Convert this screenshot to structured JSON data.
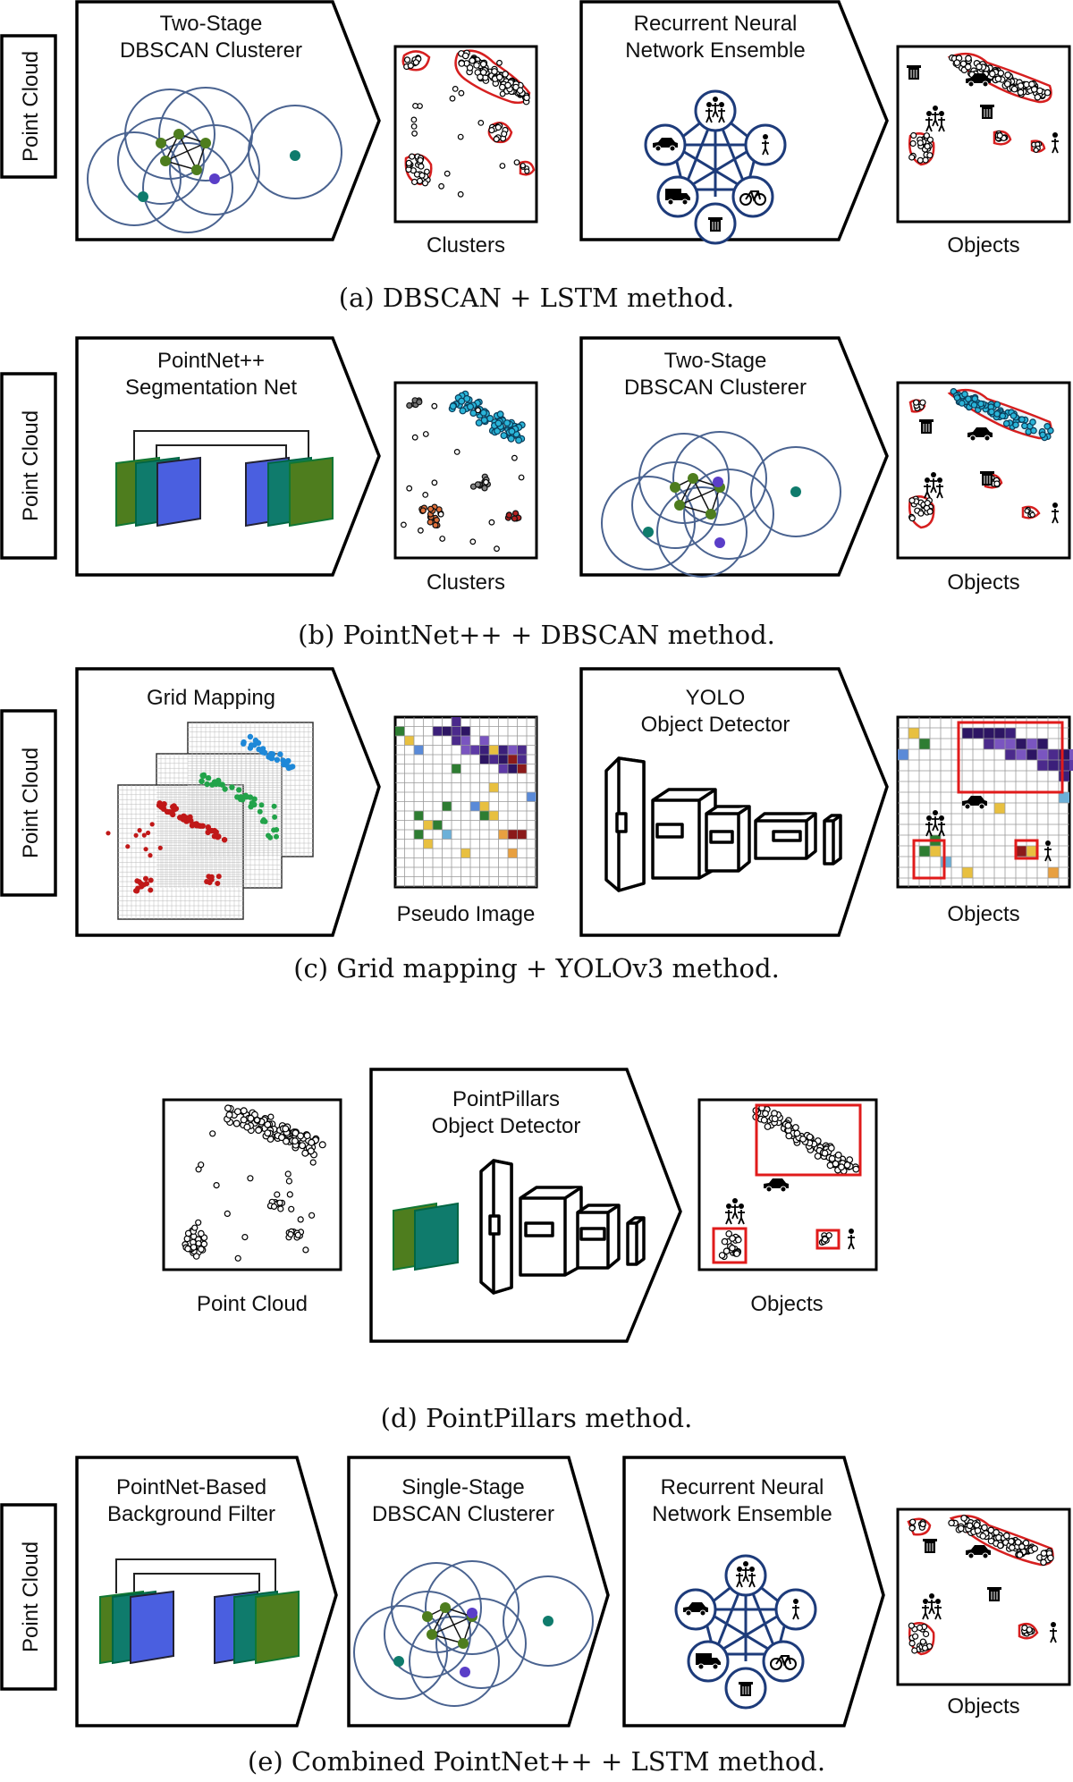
{
  "panel_a": {
    "input": "Point Cloud",
    "stage1_title": [
      "Two-Stage",
      "DBSCAN Clusterer"
    ],
    "mid_label": "Clusters",
    "stage2_title": [
      "Recurrent Neural",
      "Network Ensemble"
    ],
    "out_label": "Objects",
    "caption": "(a) DBSCAN + LSTM method."
  },
  "panel_b": {
    "input": "Point Cloud",
    "stage1_title": [
      "PointNet++",
      "Segmentation Net"
    ],
    "mid_label": "Clusters",
    "stage2_title": [
      "Two-Stage",
      "DBSCAN Clusterer"
    ],
    "out_label": "Objects",
    "caption": "(b) PointNet++ + DBSCAN method."
  },
  "panel_c": {
    "input": "Point Cloud",
    "stage1_title": [
      "Grid Mapping"
    ],
    "mid_label": "Pseudo Image",
    "stage2_title": [
      "YOLO",
      "Object Detector"
    ],
    "out_label": "Objects",
    "caption": "(c) Grid mapping + YOLOv3 method."
  },
  "panel_d": {
    "input_label": "Point Cloud",
    "stage_title": [
      "PointPillars",
      "Object Detector"
    ],
    "out_label": "Objects",
    "caption": "(d) PointPillars method."
  },
  "panel_e": {
    "input": "Point Cloud",
    "stage1_title": [
      "PointNet-Based",
      "Background Filter"
    ],
    "stage2_title": [
      "Single-Stage",
      "DBSCAN Clusterer"
    ],
    "stage3_title": [
      "Recurrent Neural",
      "Network Ensemble"
    ],
    "out_label": "Objects",
    "caption": "(e) Combined PointNet++ + LSTM method."
  },
  "icons": [
    "pedestrian-group-icon",
    "pedestrian-icon",
    "bicycle-icon",
    "trash-can-icon",
    "truck-icon",
    "car-icon"
  ],
  "colors": {
    "accent_red": "#e01b1b",
    "network_blue": "#1d3b7a",
    "ring_blue": "#4a6390",
    "teal": "#0f7b6c",
    "green": "#4e7d1e",
    "violet": "#5a3ec8",
    "cyan_points": "#2ab4d8",
    "grid_purple": "#4b2a8c"
  }
}
